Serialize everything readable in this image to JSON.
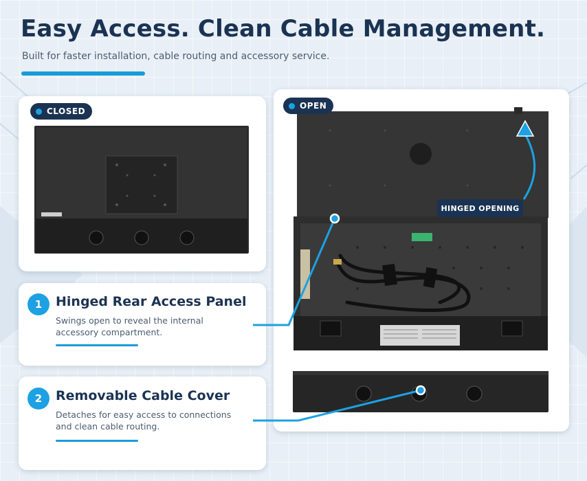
{
  "header": {
    "title": "Easy Access. Clean Cable Management.",
    "subtitle": "Built for faster installation, cable routing and accessory service."
  },
  "badges": {
    "closed": "CLOSED",
    "open": "OPEN",
    "hinged_opening": "HINGED OPENING"
  },
  "features": [
    {
      "number": "1",
      "title": "Hinged Rear Access Panel",
      "description": "Swings open to reveal the internal accessory compartment."
    },
    {
      "number": "2",
      "title": "Removable Cable Cover",
      "description": "Detaches for easy access to connections and clean cable routing."
    }
  ],
  "colors": {
    "navy": "#1b3352",
    "accent": "#1da1e2",
    "device": "#2a2a2a"
  }
}
